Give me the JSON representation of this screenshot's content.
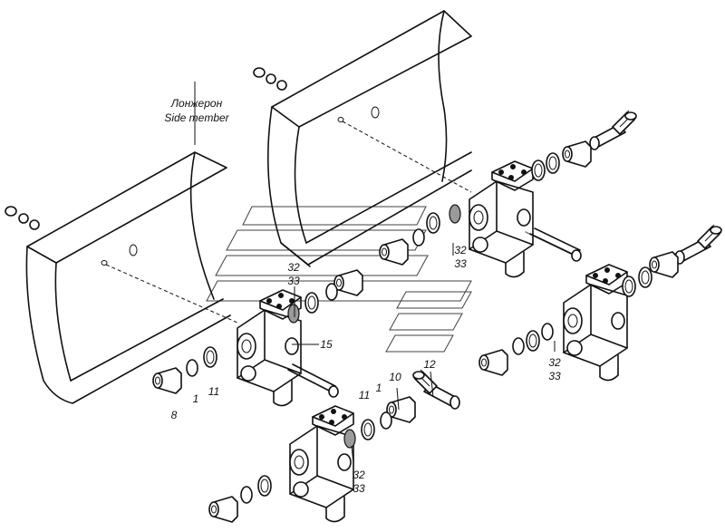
{
  "caption": {
    "ru": "Лонжерон",
    "en": "Side member"
  },
  "callouts": {
    "c8": "8",
    "c1a": "1",
    "c11a": "11",
    "c15": "15",
    "c32a": "32",
    "c33a": "33",
    "c32b": "32",
    "c33b": "33",
    "c32c": "32",
    "c33c": "33",
    "c32d": "32",
    "c33d": "33",
    "c10": "10",
    "c12": "12",
    "c11b": "11",
    "c1b": "1"
  }
}
